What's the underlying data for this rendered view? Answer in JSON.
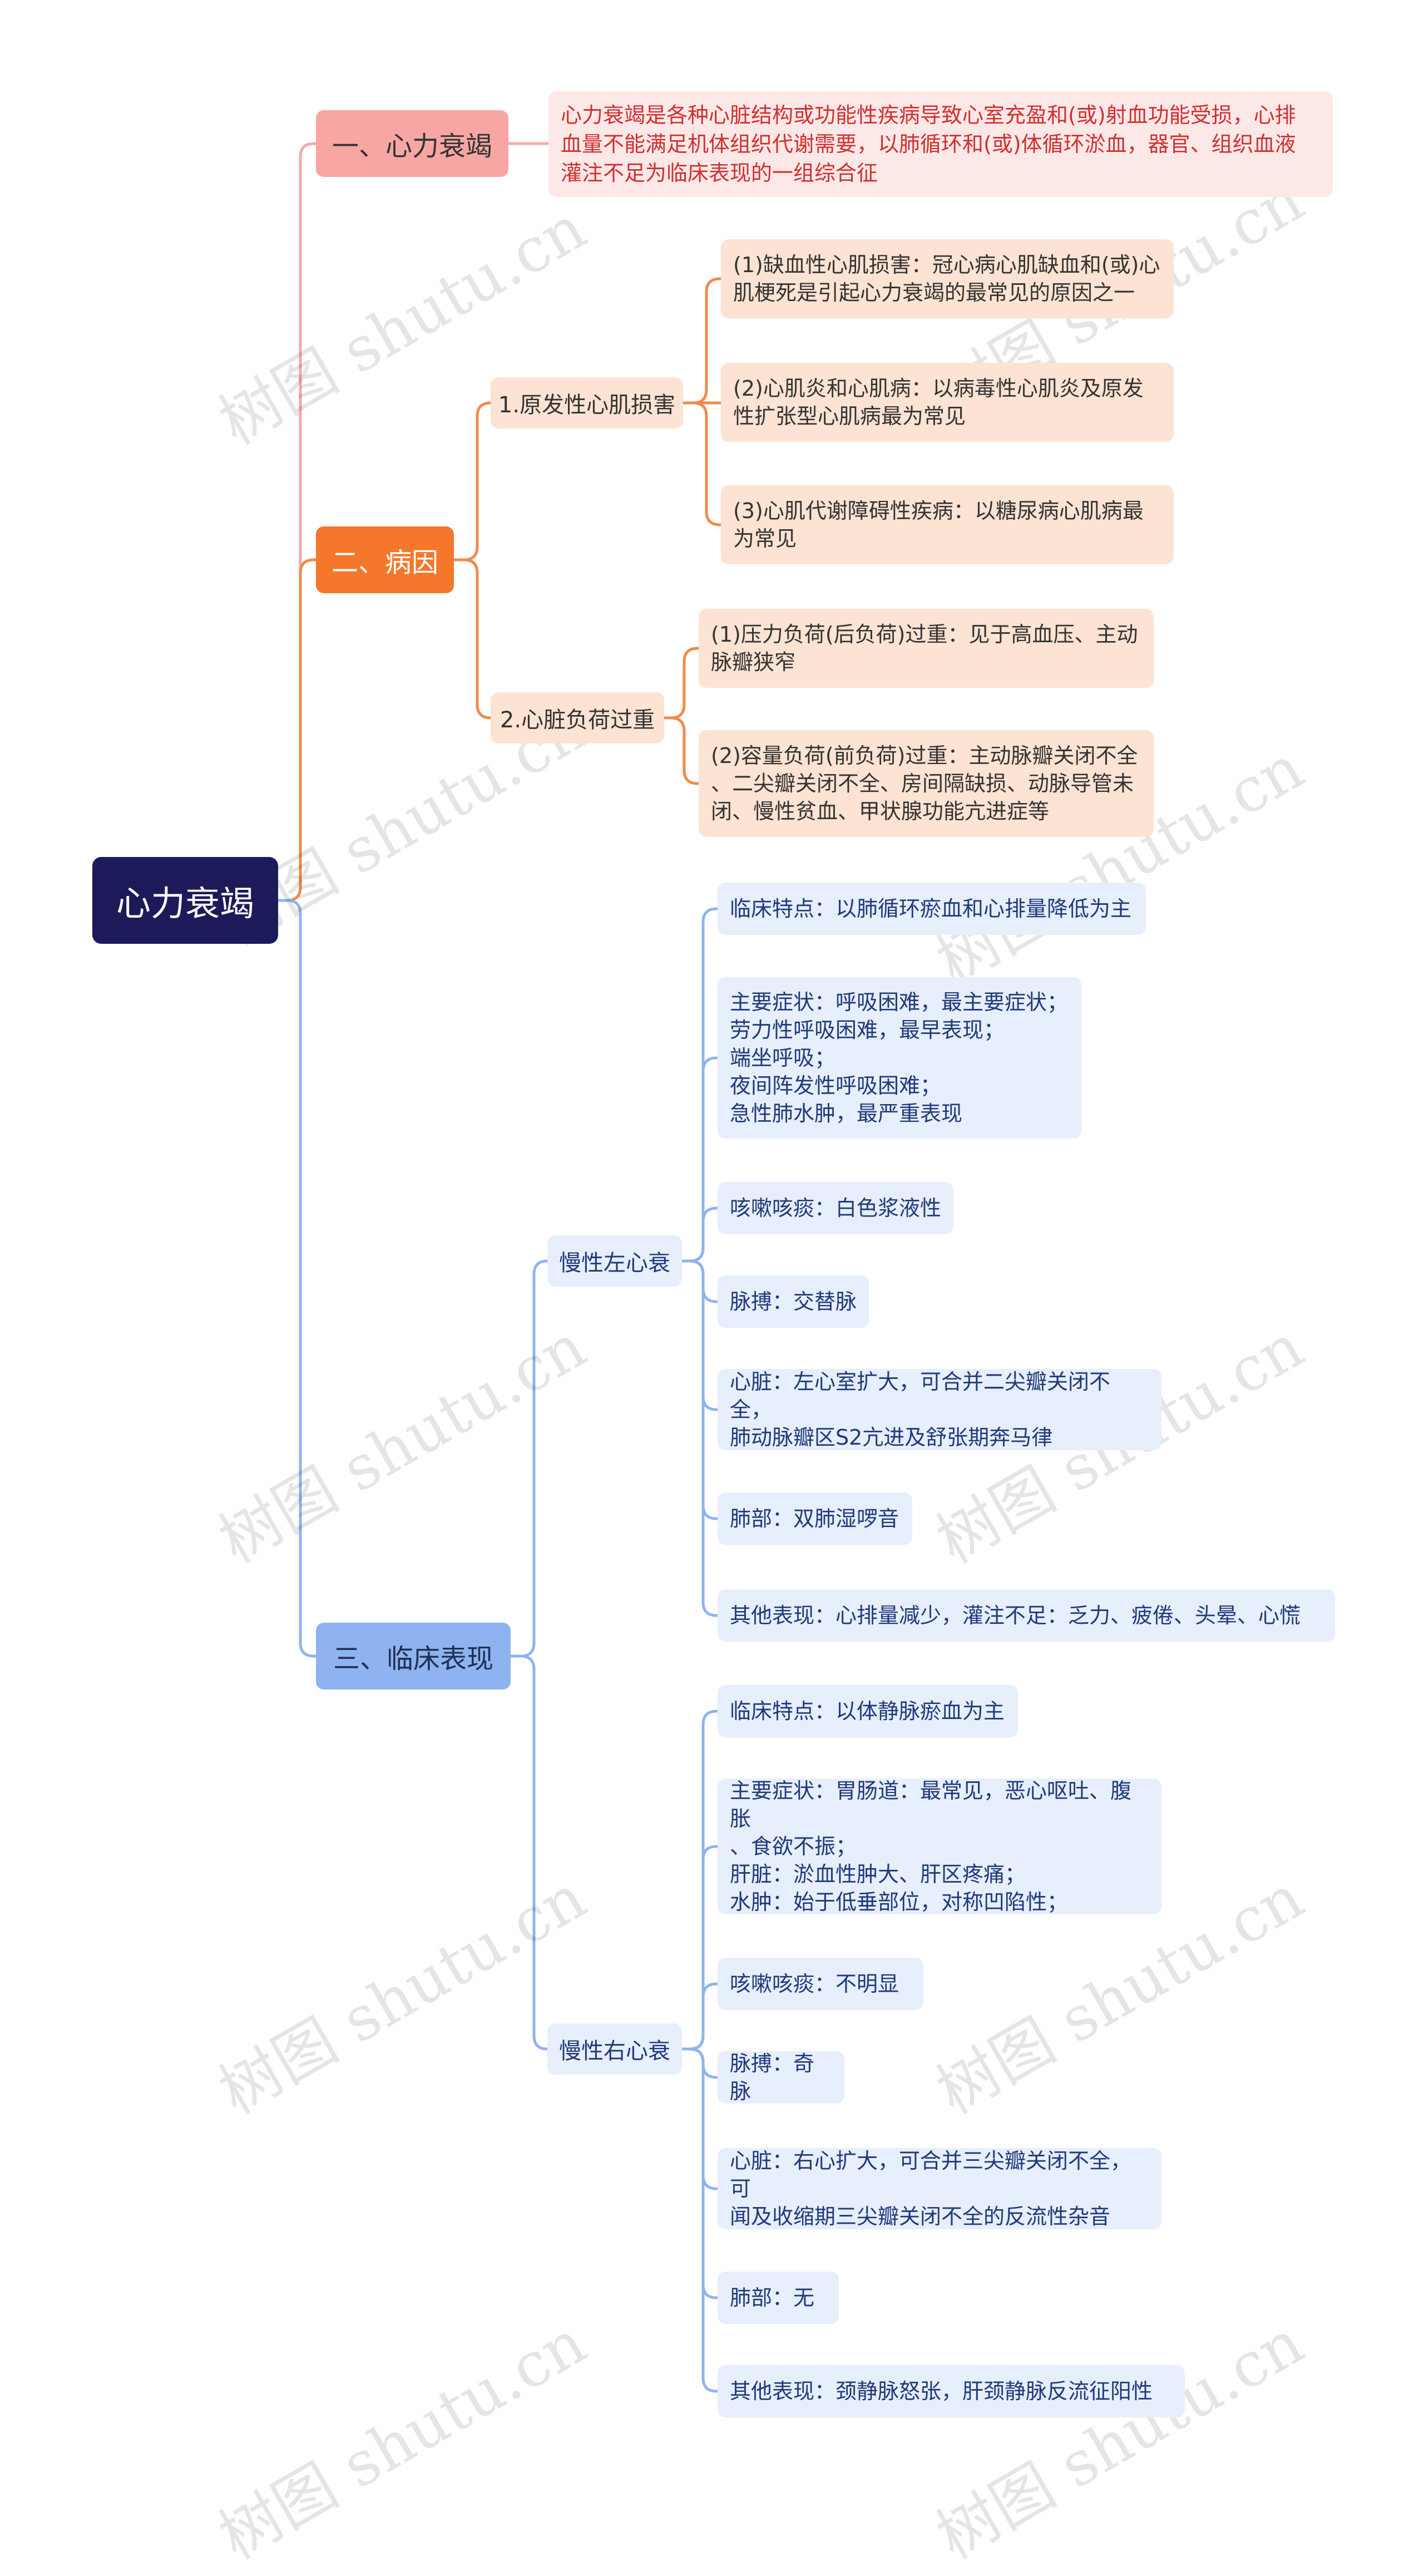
{
  "root": {
    "label": "心力衰竭"
  },
  "branches": {
    "definition": {
      "label": "一、心力衰竭",
      "text": "心力衰竭是各种心脏结构或功能性疾病导致心室充盈和(或)射血功能受损，心排\n血量不能满足机体组织代谢需要，以肺循环和(或)体循环淤血，器官、组织血液\n灌注不足为临床表现的一组综合征"
    },
    "etiology": {
      "label": "二、病因",
      "primary": {
        "label": "1.原发性心肌损害",
        "items": [
          "(1)缺血性心肌损害：冠心病心肌缺血和(或)心\n肌梗死是引起心力衰竭的最常见的原因之一",
          "(2)心肌炎和心肌病：以病毒性心肌炎及原发\n性扩张型心肌病最为常见",
          "(3)心肌代谢障碍性疾病：以糖尿病心肌病最\n为常见"
        ]
      },
      "overload": {
        "label": "2.心脏负荷过重",
        "items": [
          "(1)压力负荷(后负荷)过重：见于高血压、主动\n脉瓣狭窄",
          "(2)容量负荷(前负荷)过重：主动脉瓣关闭不全\n、二尖瓣关闭不全、房间隔缺损、动脉导管未\n闭、慢性贫血、甲状腺功能亢进症等"
        ]
      }
    },
    "clinical": {
      "label": "三、临床表现",
      "left": {
        "label": "慢性左心衰",
        "items": [
          "临床特点：以肺循环瘀血和心排量降低为主",
          "主要症状：呼吸困难，最主要症状；\n劳力性呼吸困难，最早表现；\n端坐呼吸；\n夜间阵发性呼吸困难；\n急性肺水肿，最严重表现",
          "咳嗽咳痰：白色浆液性",
          "脉搏：交替脉",
          "心脏：左心室扩大，可合并二尖瓣关闭不全，\n肺动脉瓣区S2亢进及舒张期奔马律",
          "肺部：双肺湿啰音",
          "其他表现：心排量减少，灌注不足：乏力、疲倦、头晕、心慌"
        ]
      },
      "right": {
        "label": "慢性右心衰",
        "items": [
          "临床特点：以体静脉瘀血为主",
          "主要症状：胃肠道：最常见，恶心呕吐、腹胀\n、食欲不振；\n肝脏：淤血性肿大、肝区疼痛；\n水肿：始于低垂部位，对称凹陷性；",
          "咳嗽咳痰：不明显",
          "脉搏：奇脉",
          "心脏：右心扩大，可合并三尖瓣关闭不全，可\n闻及收缩期三尖瓣关闭不全的反流性杂音",
          "肺部：无",
          "其他表现：颈静脉怒张，肝颈静脉反流征阳性"
        ]
      }
    }
  },
  "watermark": {
    "text": "树图 shutu.cn"
  },
  "colors": {
    "root": "#1c1a59",
    "branch_definition": "#f8a6a4",
    "branch_etiology": "#f5772b",
    "branch_clinical": "#8fb3f0",
    "line_definition": "#f7a8a6",
    "line_etiology": "#ef8a4a",
    "line_clinical": "#8fb3f0",
    "leaf_orange": "#fde3d3",
    "leaf_blue": "#e7eefc",
    "definition_bg": "#fde8e8",
    "definition_text": "#d0302f"
  }
}
